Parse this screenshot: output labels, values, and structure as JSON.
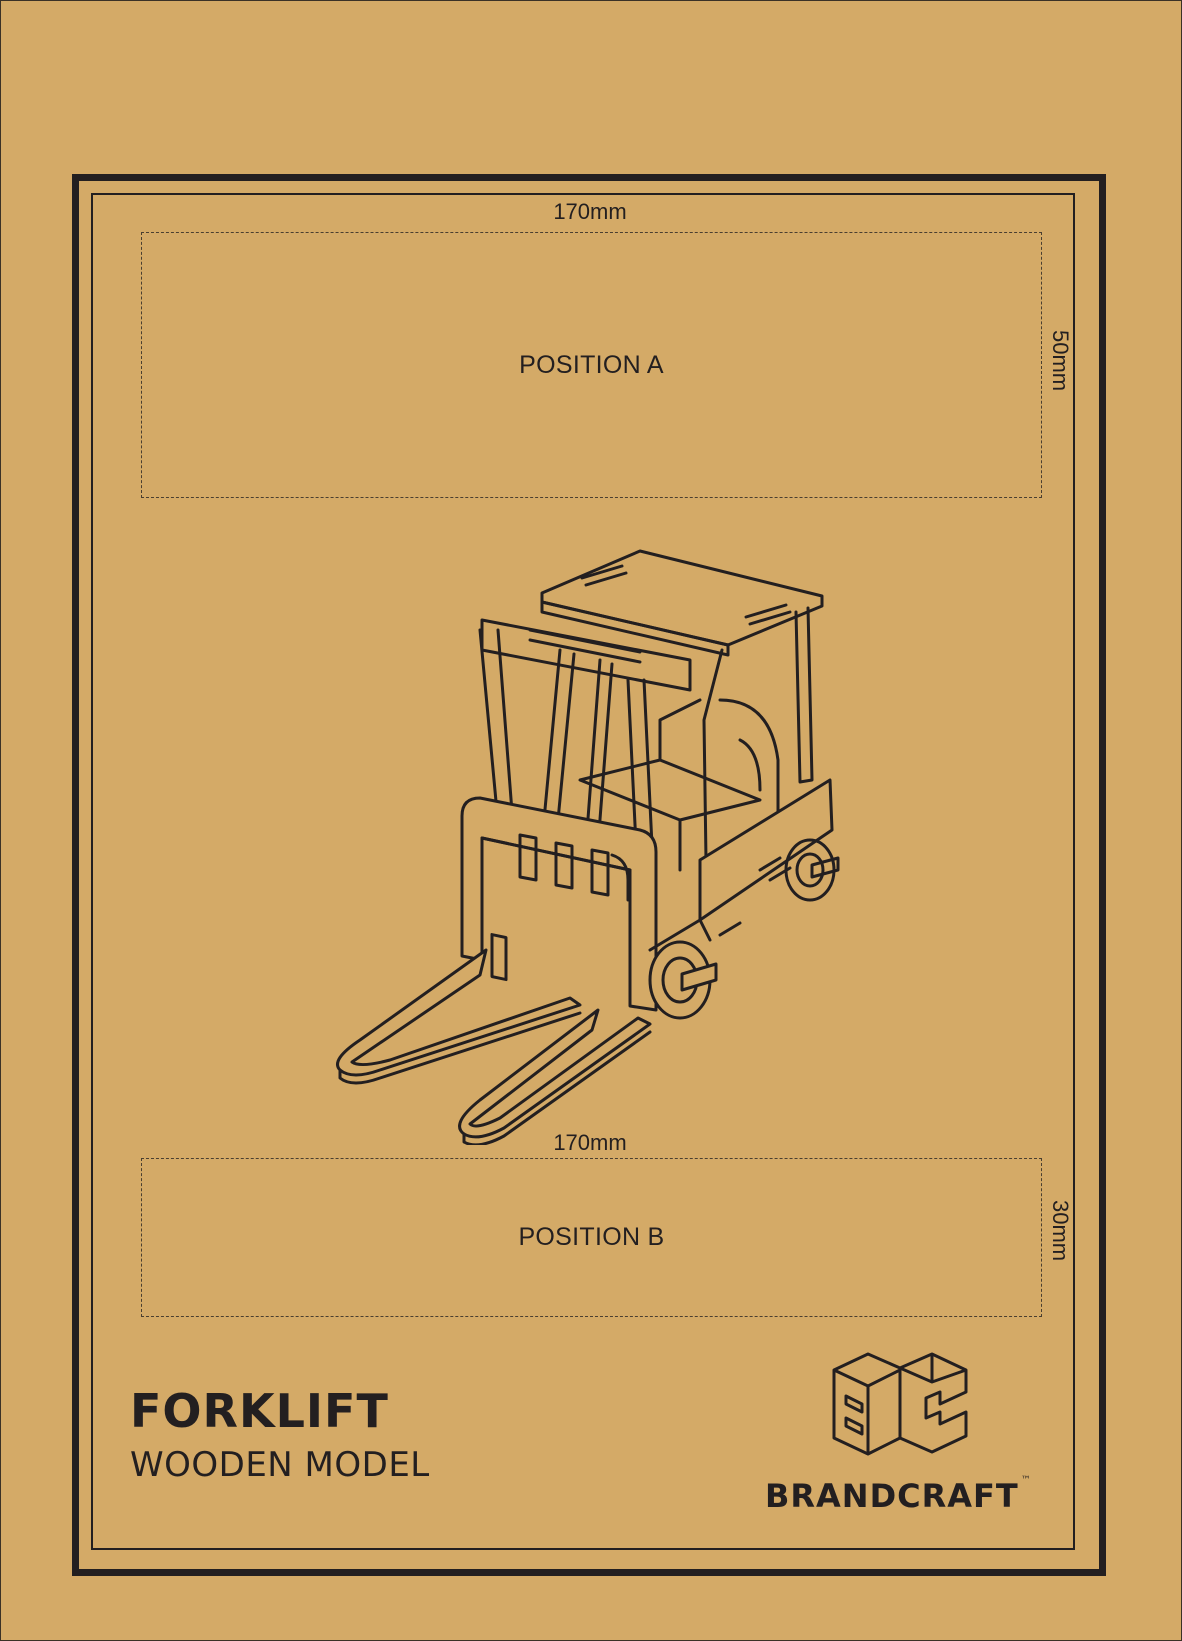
{
  "zones": [
    {
      "label": "POSITION A",
      "width_label": "170mm",
      "height_label": "50mm"
    },
    {
      "label": "POSITION B",
      "width_label": "170mm",
      "height_label": "30mm"
    }
  ],
  "product": {
    "title": "FORKLIFT",
    "subtitle": "WOODEN MODEL"
  },
  "brand": {
    "name": "BRANDCRAFT",
    "trademark": "™",
    "logo_icon": "bc-monogram-icon"
  },
  "illustration": {
    "icon": "forklift-line-drawing"
  },
  "colors": {
    "background": "#d4aa67",
    "ink": "#231f20"
  }
}
